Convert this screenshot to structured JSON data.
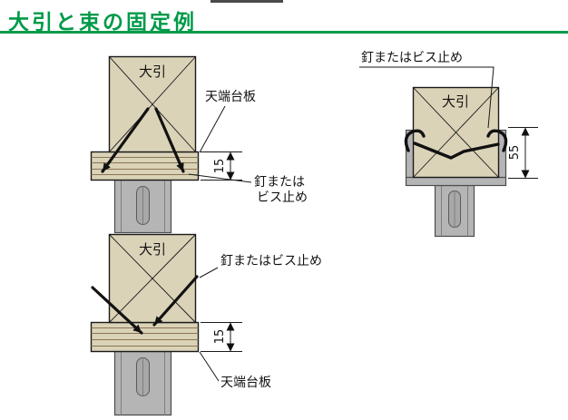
{
  "title": "大引と束の固定例",
  "colors": {
    "title_green": "#009A49",
    "beam_fill": "#DAD3B8",
    "ply_line": "#8A7452",
    "post_fill": "#B5B5B5",
    "post_slot": "#A8A8A8"
  },
  "d1": {
    "beam_label": "大引",
    "plate_label": "天端台板",
    "dim": "15",
    "screw_label_1": "釘または",
    "screw_label_2": "ビス止め"
  },
  "d2": {
    "screw_label": "釘またはビス止め",
    "beam_label": "大引",
    "dim": "55"
  },
  "d3": {
    "beam_label": "大引",
    "screw_label": "釘またはビス止め",
    "dim": "15",
    "plate_label": "天端台板"
  }
}
